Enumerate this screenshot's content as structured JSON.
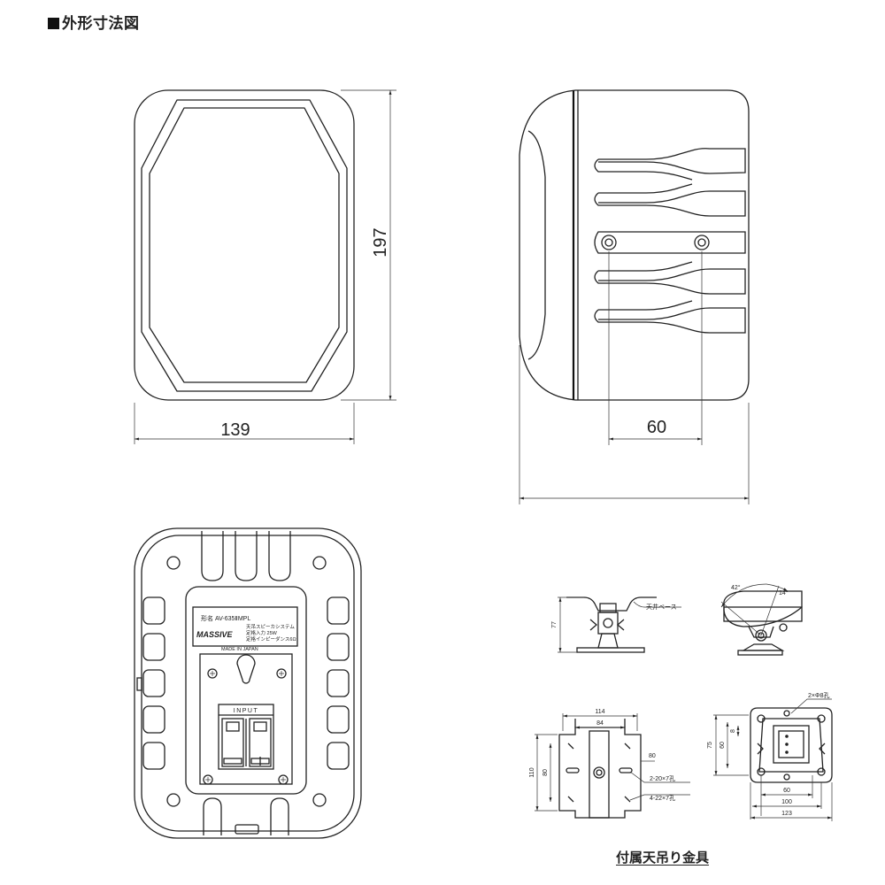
{
  "heading": "外形寸法図",
  "front_view": {
    "width_dim": "139",
    "height_dim": "197"
  },
  "side_view": {
    "depth_dim": "60"
  },
  "rear_view": {
    "label_model": "形名 AV-635ⅡMPL",
    "brand": "MASSIVE",
    "spec_lines": [
      "天吊スピーカシステム",
      "定格入力 25W",
      "定格インピーダンス6Ω"
    ],
    "made_in": "MADE IN JAPAN",
    "terminal_label": "INPUT"
  },
  "bracket": {
    "side": {
      "height_dim": "77",
      "callout": "天井ベース"
    },
    "tilt": {
      "angle_a": "42°",
      "angle_b": "14°"
    },
    "plate_a": {
      "dim_114": "114",
      "dim_84": "84",
      "dim_80_side": "80",
      "dim_110": "110",
      "dim_80_left": "80",
      "hole_note_1": "2-20×7孔",
      "hole_note_2": "4-22×7孔"
    },
    "plate_b": {
      "hole_note": "2×Φ8孔",
      "dim_75": "75",
      "dim_60v": "60",
      "dim_8": "8",
      "dim_60": "60",
      "dim_100": "100",
      "dim_123": "123"
    }
  },
  "caption": "付属天吊り金具"
}
